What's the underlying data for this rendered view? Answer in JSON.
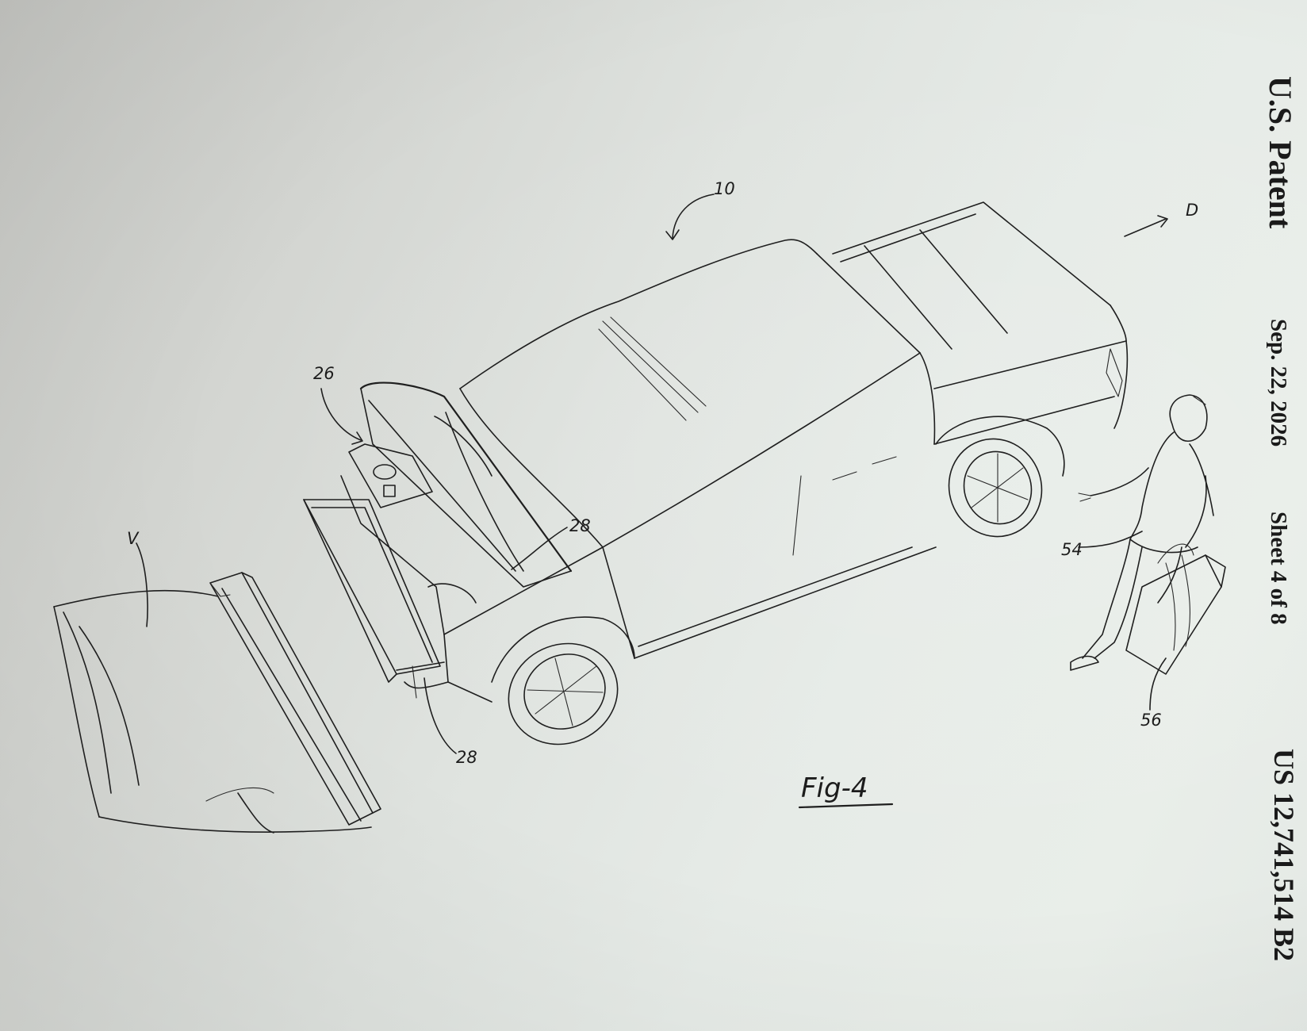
{
  "header": {
    "patent_label": "U.S. Patent",
    "date": "Sep. 22, 2026",
    "sheet": "Sheet 4 of 8",
    "patent_number": "US 12,741,514 B2"
  },
  "figure": {
    "label": "Fig-4",
    "reference_numerals": {
      "vehicle": "10",
      "frunk": "26",
      "sensor_upper": "28",
      "sensor_lower": "28",
      "person": "54",
      "bag": "56",
      "direction": "D",
      "object": "V"
    }
  }
}
